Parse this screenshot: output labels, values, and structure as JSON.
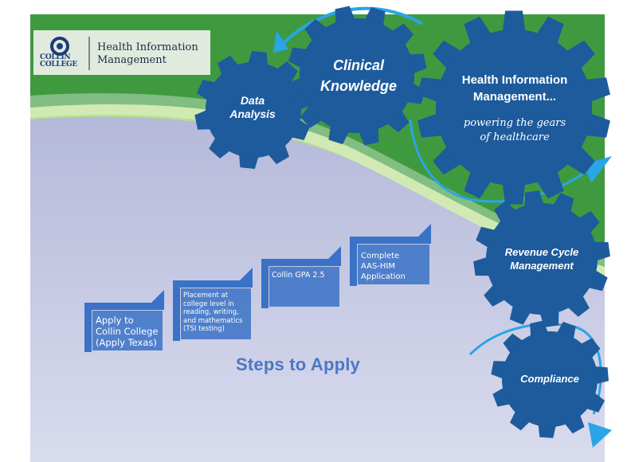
{
  "logo": {
    "college_line1": "COLLIN",
    "college_line2": "COLLEGE",
    "program_line1": "Health Information",
    "program_line2": "Management"
  },
  "gears": {
    "data_analysis": [
      "Data",
      "Analysis"
    ],
    "clinical_knowledge": [
      "Clinical",
      "Knowledge"
    ],
    "him_title": [
      "Health Information",
      "Management..."
    ],
    "him_tagline": [
      "powering the gears",
      "of healthcare"
    ],
    "revenue_cycle": [
      "Revenue Cycle",
      "Management"
    ],
    "compliance": "Compliance"
  },
  "steps": [
    [
      "Apply to",
      "Collin College",
      "(Apply Texas)"
    ],
    [
      "Placement at",
      "college level in",
      "reading, writing,",
      "and mathematics",
      "(TSI testing)"
    ],
    [
      "Collin GPA 2.5"
    ],
    [
      "Complete",
      "AAS-HIM",
      "Application"
    ]
  ],
  "steps_title": "Steps to Apply",
  "colors": {
    "green": "#3f9a3f",
    "light_green": "#b6e08a",
    "lavender": "#c3c6e1",
    "gear_blue": "#1d5b9c",
    "step_blue": "#3a72c6",
    "arrow_blue": "#29a5e8",
    "title_blue": "#4a78c4"
  }
}
